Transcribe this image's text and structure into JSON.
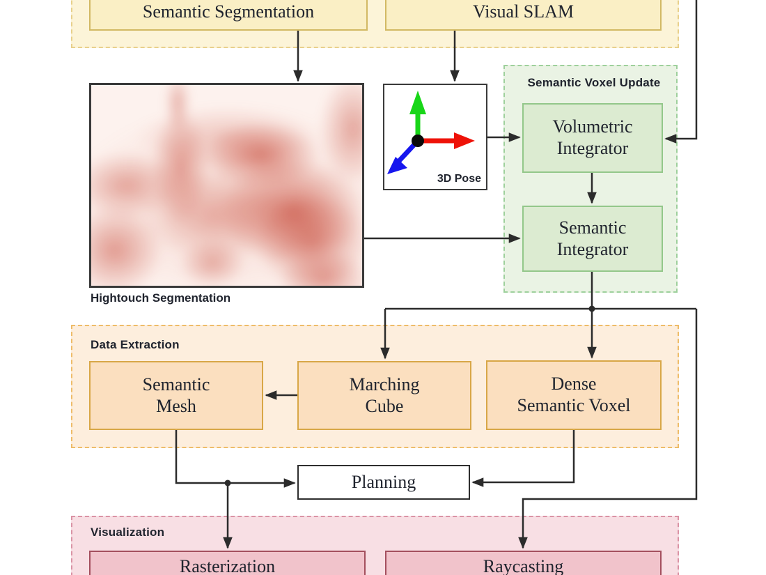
{
  "diagram": {
    "groups": {
      "semantic_voxel_update": {
        "label": "Semantic Voxel Update"
      },
      "data_extraction": {
        "label": "Data Extraction"
      },
      "visualization": {
        "label": "Visualization"
      }
    },
    "nodes": {
      "semantic_segmentation": {
        "label": "Semantic Segmentation"
      },
      "visual_slam": {
        "label": "Visual SLAM"
      },
      "volumetric_integrator": {
        "label": "Volumetric\nIntegrator"
      },
      "semantic_integrator": {
        "label": "Semantic\nIntegrator"
      },
      "semantic_mesh": {
        "label": "Semantic\nMesh"
      },
      "marching_cube": {
        "label": "Marching\nCube"
      },
      "dense_semantic_voxel": {
        "label": "Dense\nSemantic Voxel"
      },
      "planning": {
        "label": "Planning"
      },
      "rasterization": {
        "label": "Rasterization"
      },
      "raycasting": {
        "label": "Raycasting"
      }
    },
    "captions": {
      "heatmap_image": "Hightouch Segmentation",
      "pose_box": "3D Pose"
    },
    "pose_axes": {
      "up_color": "#18d618",
      "right_color": "#ee1208",
      "depth_color": "#1616ee",
      "origin_color": "#0a0a0a"
    },
    "colors": {
      "text": "#20242e",
      "arrow": "#2b2b2b",
      "yellow_box_fill": "#faefc5",
      "yellow_box_border": "#d2b964",
      "yellow_group_fill": "#fcf4d8",
      "yellow_group_border": "#e8d08c",
      "green_box_fill": "#dcebd1",
      "green_box_border": "#93c78a",
      "green_group_fill": "#eaf3e4",
      "green_group_border": "#9ed09c",
      "orange_box_fill": "#fbdfbf",
      "orange_box_border": "#d8a747",
      "orange_group_fill": "#fdeedd",
      "orange_group_border": "#eebc69",
      "pink_box_fill": "#f1c3cb",
      "pink_box_border": "#a44f5e",
      "pink_group_fill": "#f8dfe4",
      "pink_group_border": "#da93a5"
    }
  }
}
